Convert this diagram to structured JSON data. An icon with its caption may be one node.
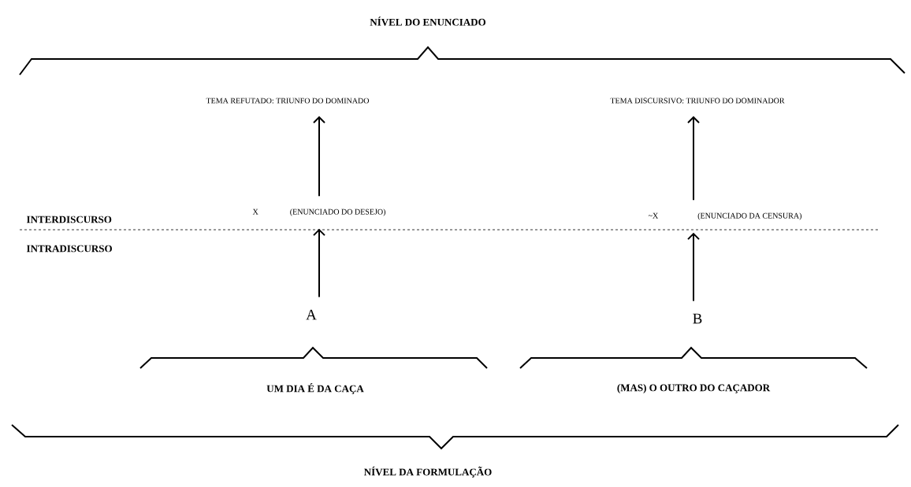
{
  "diagram": {
    "nodes": [
      {
        "text": [
          "TEMA REFUTADO: TRIUNFO DO DOMINADO"
        ]
      },
      {
        "text": [
          "TEMA   DISCURSIVO: TRIUNFO DO DOMINADOR"
        ]
      },
      {
        "text": [
          "X",
          "(ENUNCIADO DO DESEJO)"
        ]
      },
      {
        "text": [
          "~X",
          "(ENUNCIADO DA CENSURA)"
        ]
      },
      {
        "text": [
          "A"
        ]
      },
      {
        "text": [
          "B"
        ]
      }
    ],
    "edges": [
      {
        "from": 4,
        "to": 2,
        "arrow": "to"
      },
      {
        "from": 2,
        "to": 0,
        "arrow": "to"
      },
      {
        "from": 5,
        "to": 3,
        "arrow": "to"
      },
      {
        "from": 3,
        "to": 1,
        "arrow": "to"
      }
    ],
    "labels": [
      "NÍVEL DO ENUNCIADO",
      "INTERDISCURSO",
      "INTRADISCURSO",
      "UM DIA É DA CAÇA",
      "(MAS)  O OUTRO DO CAÇADOR",
      "NÍVEL DA FORMULAÇÃO"
    ]
  }
}
